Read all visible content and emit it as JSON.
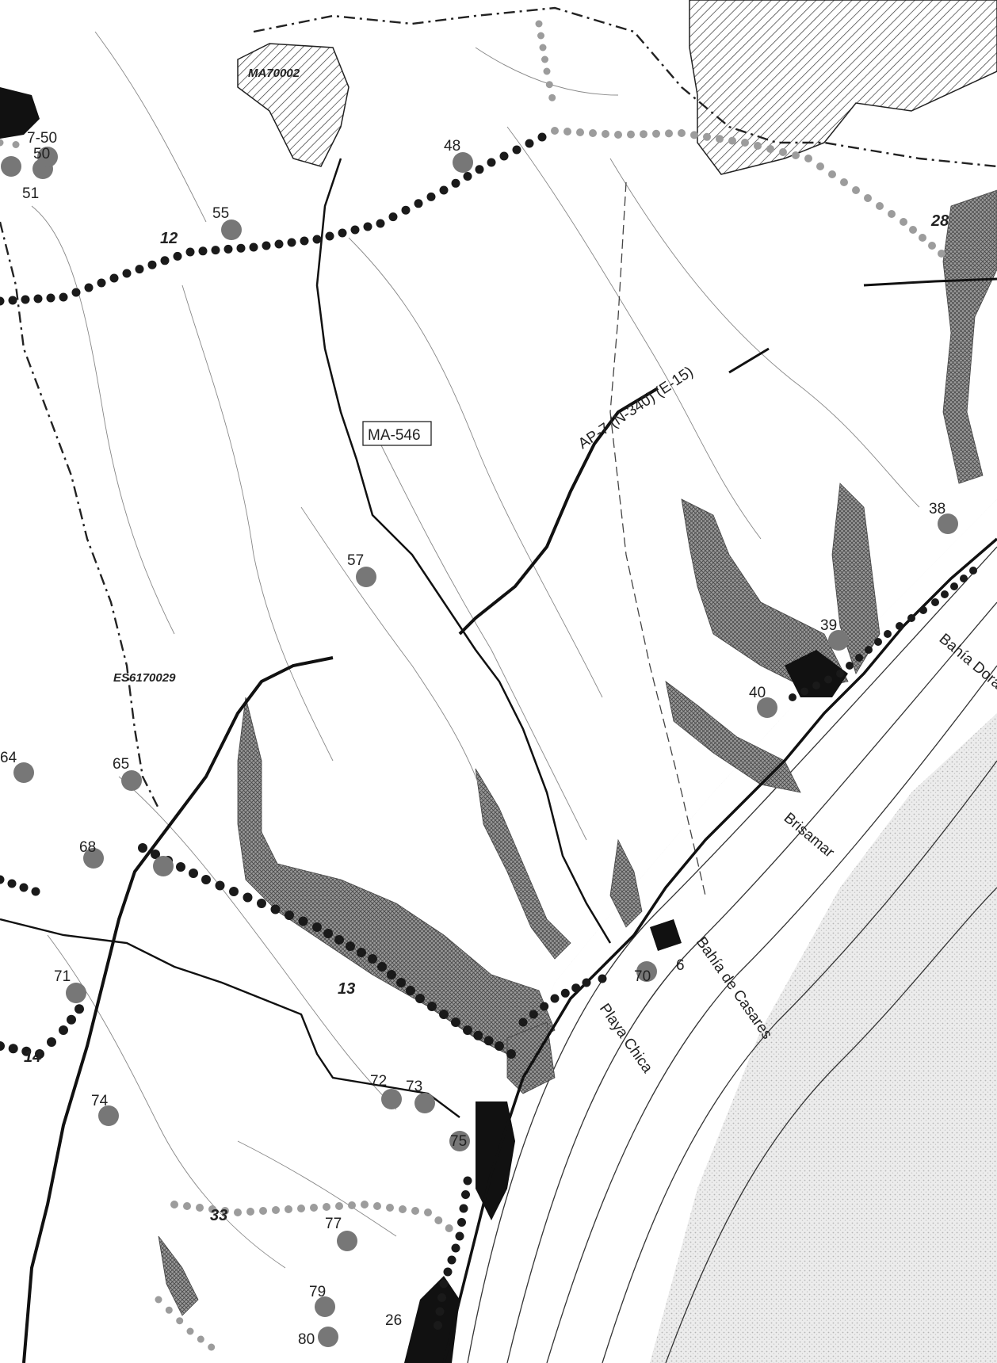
{
  "map": {
    "point_labels": {
      "p7_50": "7-50",
      "p50": "50",
      "p51": "51",
      "p48": "48",
      "p55": "55",
      "p28": "28",
      "p38": "38",
      "p57": "57",
      "p39": "39",
      "p40": "40",
      "p64": "64",
      "p65": "65",
      "p68": "68",
      "p71": "71",
      "p70": "70",
      "p6": "6",
      "p72": "72",
      "p73": "73",
      "p74": "74",
      "p75": "75",
      "p77": "77",
      "p79": "79",
      "p80": "80",
      "p26": "26"
    },
    "route_labels": {
      "r12": "12",
      "r13": "13",
      "r14": "14",
      "r33": "33"
    },
    "zone_labels": {
      "ma70002": "MA70002",
      "es6170029": "ES6170029"
    },
    "road_labels": {
      "ma546": "MA-546",
      "ap7": "AP-7 (N-340) (E-15)"
    },
    "place_labels": {
      "bahia_dorada": "Bahía Dorada",
      "brisamar": "Brisamar",
      "bahia_casares": "Bahía de Casares",
      "playa_chica": "Playa Chica"
    },
    "colors": {
      "sea_stipple": "#d9d9d9",
      "route_dots_dark": "#1a1a1a",
      "route_dots_light": "#9c9c9c",
      "point_marker": "#777777",
      "water_hatch": "#555555",
      "urban": "#111111"
    }
  }
}
